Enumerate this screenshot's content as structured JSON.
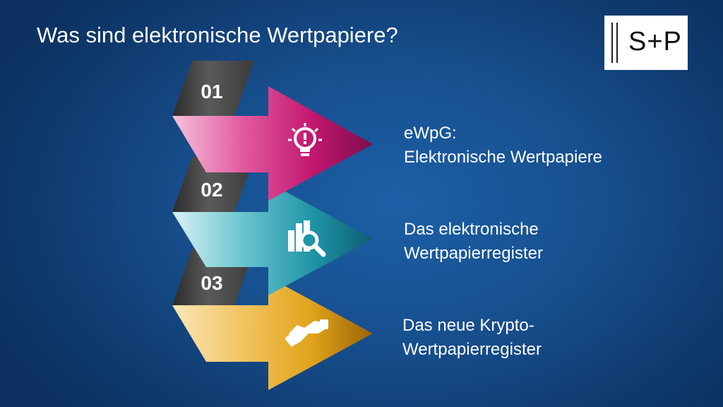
{
  "slide": {
    "title": "Was sind elektronische Wertpapiere?",
    "logo_text": "S+P"
  },
  "steps": [
    {
      "number": "01",
      "line1": "eWpG:",
      "line2": "Elektronische  Wertpapiere",
      "icon": "lightbulb-icon",
      "color": "#c2176f"
    },
    {
      "number": "02",
      "line1": "Das elektronische",
      "line2": "Wertpapierregister",
      "icon": "chart-magnifier-icon",
      "color": "#1f95a6"
    },
    {
      "number": "03",
      "line1": "Das neue Krypto-",
      "line2": "Wertpapierregister",
      "icon": "handshake-icon",
      "color": "#e0a21a"
    }
  ]
}
